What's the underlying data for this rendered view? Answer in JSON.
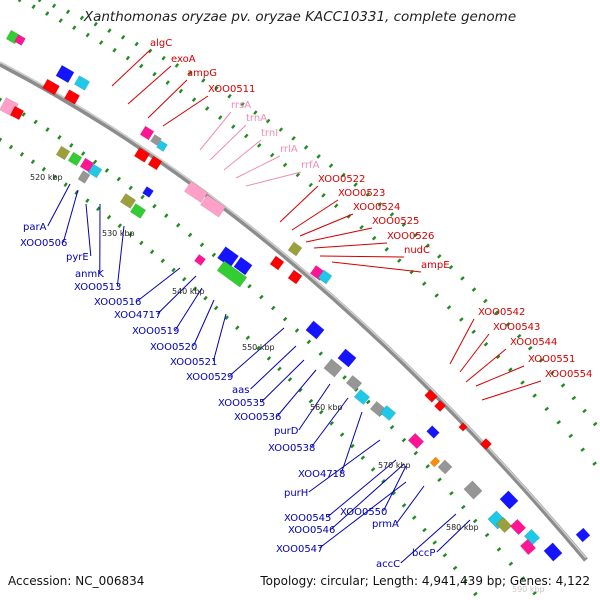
{
  "title": "Xanthomonas oryzae pv. oryzae KACC10331, complete genome",
  "accession_label": "Accession: NC_006834",
  "summary_label": "Topology: circular; Length: 4,941,439 bp; Genes: 4,122",
  "colors": {
    "backbone": "#999999",
    "label_red": "#d40000",
    "label_pink": "#f08cb4",
    "label_blue": "#0000b4",
    "feature_red": "#ff0000",
    "feature_blue": "#1414ff",
    "feature_pink": "#ffa0c8",
    "feature_green": "#32cd32",
    "feature_cyan": "#1ec8e6",
    "feature_magenta": "#ff1493",
    "feature_grey": "#969696",
    "feature_olive": "#9aa03c",
    "gc_skew_dots": "#228b22"
  },
  "scale_ticks": [
    "520 kbp",
    "530 kbp",
    "540 kbp",
    "550 kbp",
    "560 kbp",
    "570 kbp",
    "580 kbp",
    "590 kbp"
  ],
  "labels_top": [
    {
      "text": "algC",
      "color": "red"
    },
    {
      "text": "exoA",
      "color": "red"
    },
    {
      "text": "ampG",
      "color": "red"
    },
    {
      "text": "XOO0511",
      "color": "red"
    },
    {
      "text": "rrsA",
      "color": "pink"
    },
    {
      "text": "trnA",
      "color": "pink"
    },
    {
      "text": "trnI",
      "color": "pink"
    },
    {
      "text": "rrlA",
      "color": "pink"
    },
    {
      "text": "rrfA",
      "color": "pink"
    },
    {
      "text": "XOO0522",
      "color": "red"
    },
    {
      "text": "XOO0523",
      "color": "red"
    },
    {
      "text": "XOO0524",
      "color": "red"
    },
    {
      "text": "XOO0525",
      "color": "red"
    },
    {
      "text": "XOO0526",
      "color": "red"
    },
    {
      "text": "nudC",
      "color": "red"
    },
    {
      "text": "ampE",
      "color": "red"
    },
    {
      "text": "XOO0542",
      "color": "red"
    },
    {
      "text": "XOO0543",
      "color": "red"
    },
    {
      "text": "XOO0544",
      "color": "red"
    },
    {
      "text": "XOO0551",
      "color": "red"
    },
    {
      "text": "XOO0554",
      "color": "red"
    }
  ],
  "labels_bottom": [
    {
      "text": "parA"
    },
    {
      "text": "XOO0506"
    },
    {
      "text": "pyrE"
    },
    {
      "text": "anmK"
    },
    {
      "text": "XOO0513"
    },
    {
      "text": "XOO0516"
    },
    {
      "text": "XOO4717"
    },
    {
      "text": "XOO0519"
    },
    {
      "text": "XOO0520"
    },
    {
      "text": "XOO0521"
    },
    {
      "text": "XOO0529"
    },
    {
      "text": "aas"
    },
    {
      "text": "XOO0535"
    },
    {
      "text": "XOO0536"
    },
    {
      "text": "purD"
    },
    {
      "text": "XOO0538"
    },
    {
      "text": "XOO4718"
    },
    {
      "text": "purH"
    },
    {
      "text": "XOO0545"
    },
    {
      "text": "XOO0546"
    },
    {
      "text": "XOO0550"
    },
    {
      "text": "XOO0547"
    },
    {
      "text": "prmA"
    },
    {
      "text": "accC"
    },
    {
      "text": "bccP"
    }
  ]
}
